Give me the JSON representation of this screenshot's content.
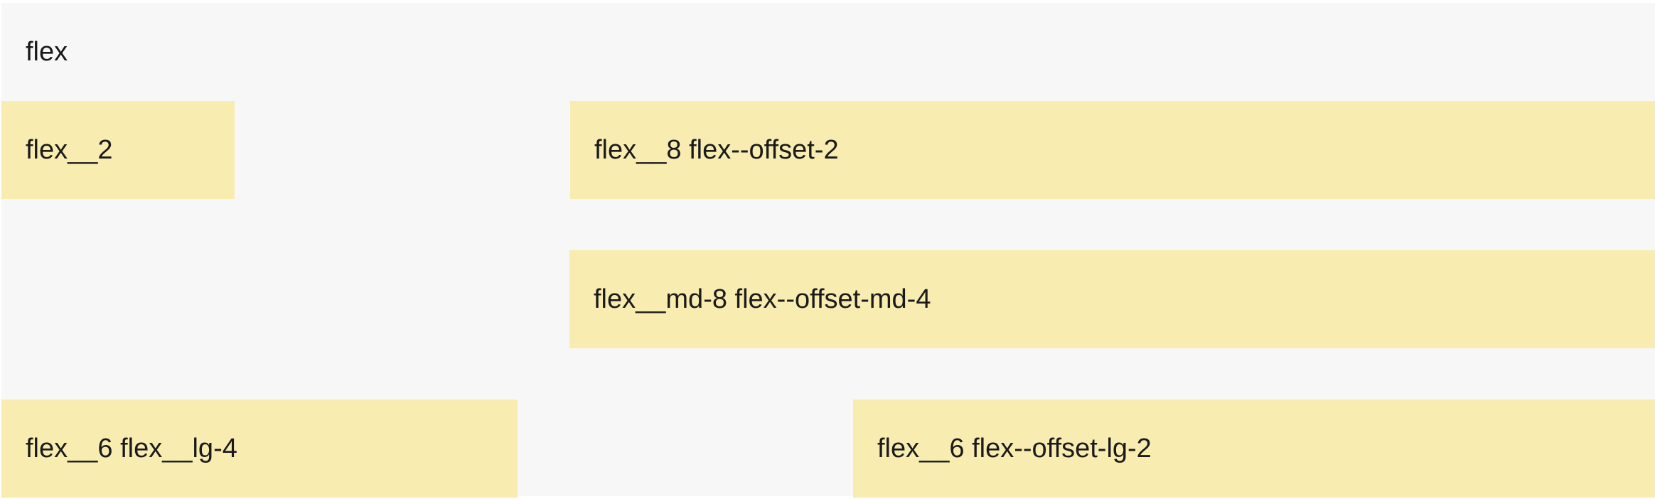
{
  "blocks": {
    "flex": "flex",
    "flex_2": "flex__2",
    "flex_8_offset_2": "flex__8 flex--offset-2",
    "flex_md_8_offset_md_4": "flex__md-8 flex--offset-md-4",
    "flex_6_lg_4": "flex__6 flex__lg-4",
    "flex_6_offset_lg_2": "flex__6 flex--offset-lg-2"
  },
  "colors": {
    "background": "#f7f7f7",
    "block": "#f8ecb1",
    "text": "#1a1a1a"
  }
}
